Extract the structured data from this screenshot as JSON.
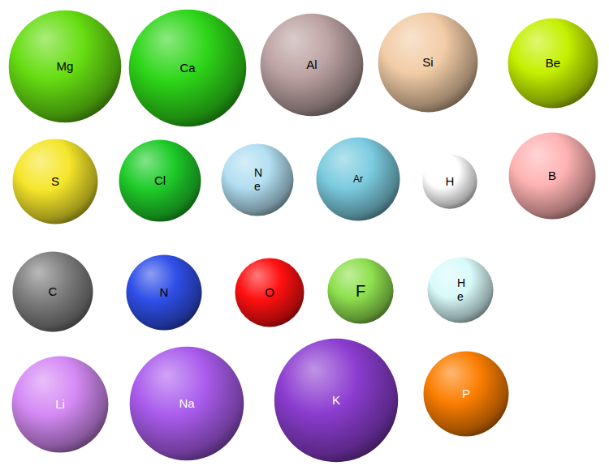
{
  "diagram": {
    "nodes": [
      {
        "text": [
          "Mg"
        ]
      },
      {
        "text": [
          "Ca"
        ]
      },
      {
        "text": [
          "Al"
        ]
      },
      {
        "text": [
          "Si"
        ]
      },
      {
        "text": [
          "Be"
        ]
      },
      {
        "text": [
          "S"
        ]
      },
      {
        "text": [
          "Cl"
        ]
      },
      {
        "text": [
          "N e"
        ]
      },
      {
        "text": [
          "Ar"
        ]
      },
      {
        "text": [
          "H"
        ]
      },
      {
        "text": [
          "B"
        ]
      },
      {
        "text": [
          "C"
        ]
      },
      {
        "text": [
          "N"
        ]
      },
      {
        "text": [
          "O"
        ]
      },
      {
        "text": [
          "F"
        ]
      },
      {
        "text": [
          "H e"
        ]
      },
      {
        "text": [
          "Li"
        ]
      },
      {
        "text": [
          "Na"
        ]
      },
      {
        "text": [
          "K"
        ]
      },
      {
        "text": [
          "P"
        ]
      }
    ]
  }
}
